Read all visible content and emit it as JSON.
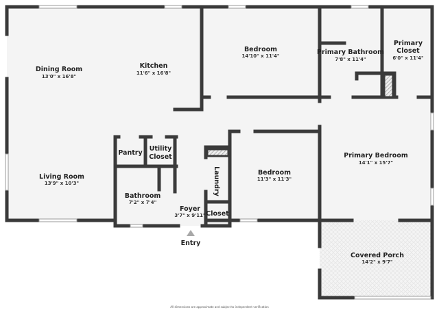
{
  "colors": {
    "wall": "#3a3a3a",
    "floor": "#f4f4f4",
    "porch_tile": "#e6e6e6",
    "entry_arrow": "#a8a8a8"
  },
  "rooms": {
    "dining": {
      "name": "Dining Room",
      "dims": "13'0\" x 16'8\""
    },
    "kitchen": {
      "name": "Kitchen",
      "dims": "11'6\" x 16'8\""
    },
    "bedroom1": {
      "name": "Bedroom",
      "dims": "14'10\" x 11'4\""
    },
    "primary_bath": {
      "name": "Primary Bathroom",
      "dims": "7'8\" x 11'4\""
    },
    "primary_closet": {
      "name_line1": "Primary",
      "name_line2": "Closet",
      "dims": "6'0\" x 11'4\""
    },
    "pantry": {
      "name": "Pantry"
    },
    "utility": {
      "name_line1": "Utility",
      "name_line2": "Closet"
    },
    "living": {
      "name": "Living Room",
      "dims": "13'9\" x 10'3\""
    },
    "bathroom": {
      "name": "Bathroom",
      "dims": "7'2\" x 7'4\""
    },
    "foyer": {
      "name": "Foyer",
      "dims": "3'7\" x 9'11\""
    },
    "closet": {
      "name": "Closet"
    },
    "laundry": {
      "name": "Laundry"
    },
    "bedroom2": {
      "name": "Bedroom",
      "dims": "11'3\" x 11'3\""
    },
    "primary_bedroom": {
      "name": "Primary Bedroom",
      "dims": "14'1\" x 15'7\""
    },
    "porch": {
      "name": "Covered Porch",
      "dims": "14'2\" x 9'7\""
    }
  },
  "entry_label": "Entry",
  "footer_note": "All dimensions are approximate and subject to independent verification"
}
